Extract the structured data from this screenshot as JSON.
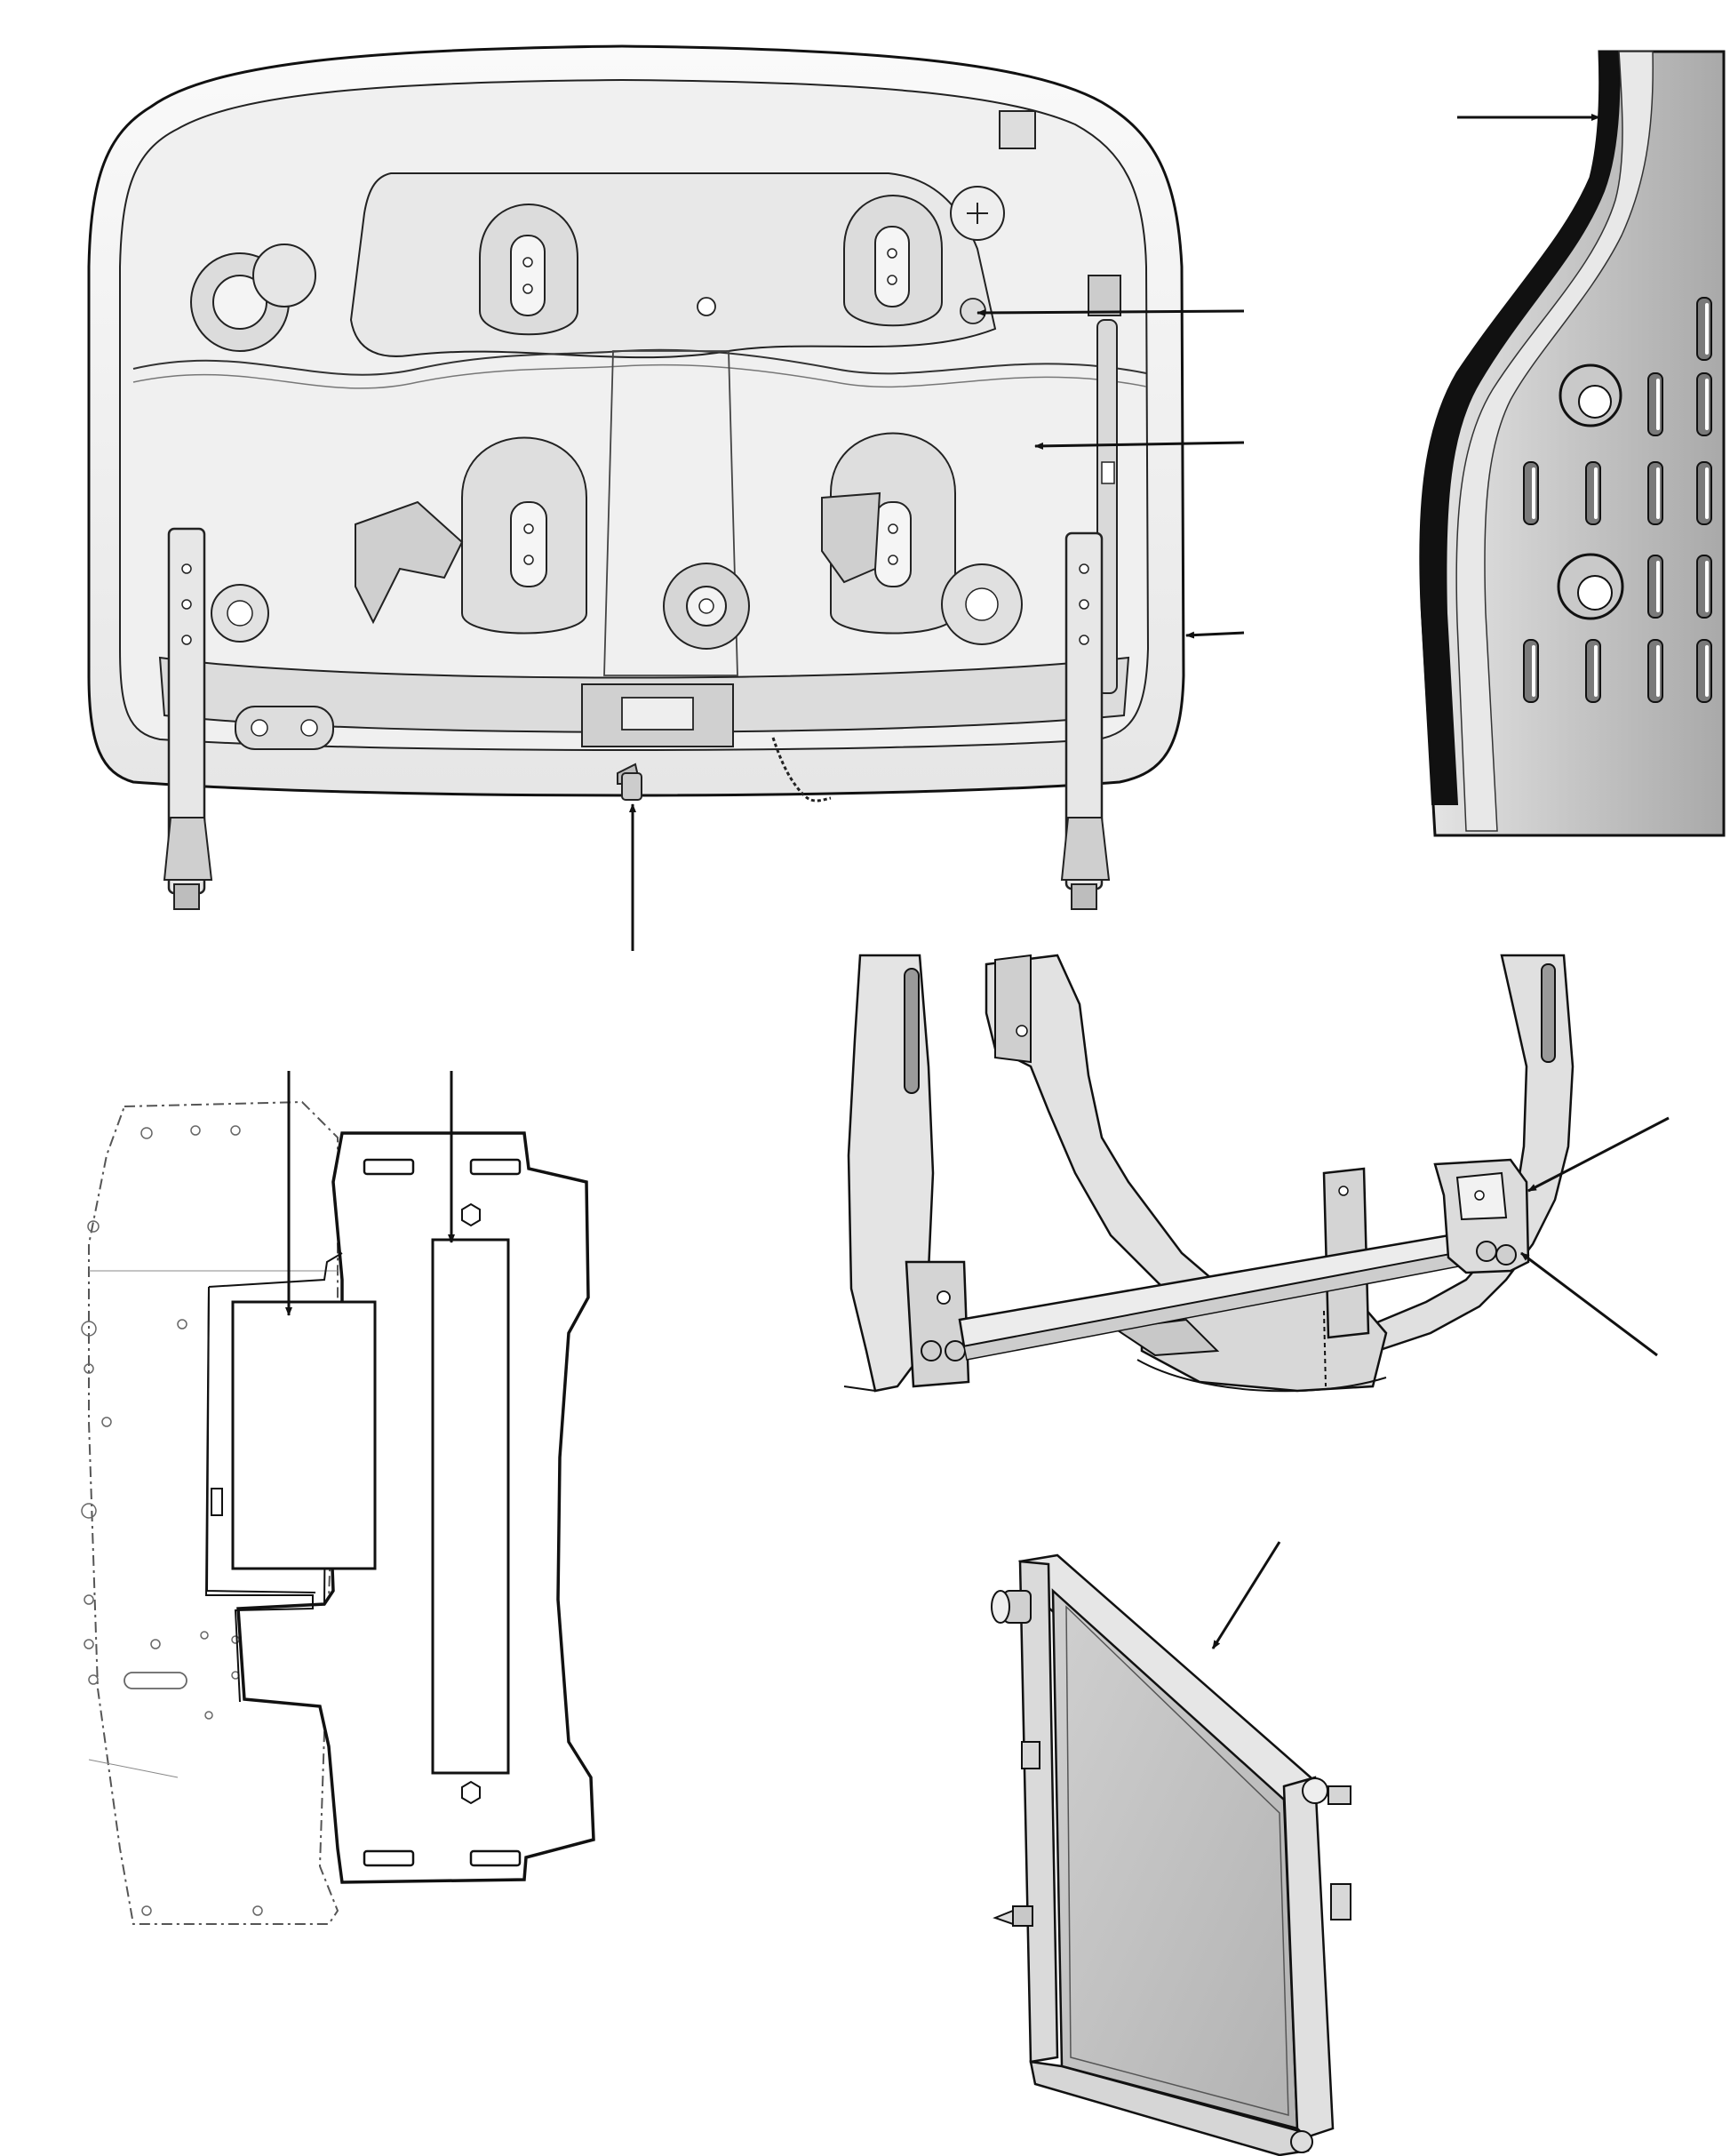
{
  "figure": {
    "background": "#ffffff",
    "line_color": "#111111",
    "panel_fill": "#f2f2f2",
    "shade_light": "#d8d8d8",
    "shade_mid": "#bdbdbd",
    "shade_dark": "#8a8a8a",
    "panels": [
      {
        "name": "seat-pan-underside-view",
        "callout_count": 4
      },
      {
        "name": "seat-bracket-detail-view",
        "callout_count": 1
      },
      {
        "name": "mounting-plate-template",
        "callout_count": 2
      },
      {
        "name": "rops-frame-crossmember-view",
        "callout_count": 2
      },
      {
        "name": "radiator-view",
        "callout_count": 1
      }
    ]
  }
}
